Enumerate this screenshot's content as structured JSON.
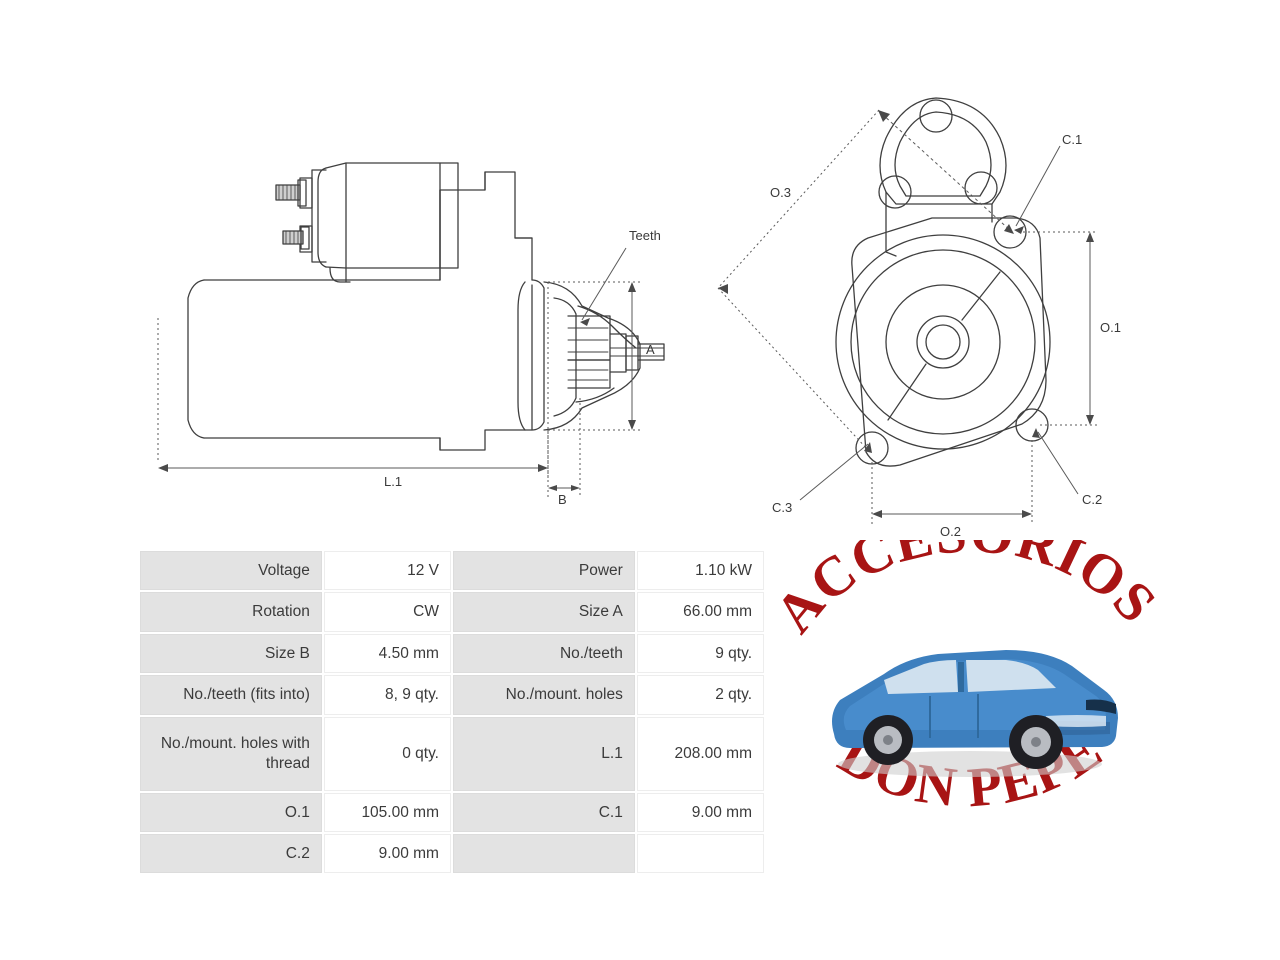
{
  "product": {
    "type": "starter-motor-datasheet",
    "drawings": {
      "side_view": {
        "name": "side-elevation",
        "labels": {
          "teeth": "Teeth",
          "size_a": "A",
          "length_l1": "L.1",
          "size_b": "B"
        }
      },
      "end_view": {
        "name": "drive-end-view",
        "labels": {
          "o3": "O.3",
          "o1": "O.1",
          "o2": "O.2",
          "c1": "C.1",
          "c2": "C.2",
          "c3": "C.3"
        }
      }
    }
  },
  "spec_table": {
    "rows": [
      {
        "label_left": "Voltage",
        "value_left": "12 V",
        "label_right": "Power",
        "value_right": "1.10 kW"
      },
      {
        "label_left": "Rotation",
        "value_left": "CW",
        "label_right": "Size A",
        "value_right": "66.00 mm"
      },
      {
        "label_left": "Size B",
        "value_left": "4.50 mm",
        "label_right": "No./teeth",
        "value_right": "9 qty."
      },
      {
        "label_left": "No./teeth (fits into)",
        "value_left": "8, 9 qty.",
        "label_right": "No./mount. holes",
        "value_right": "2 qty."
      },
      {
        "label_left": "No./mount. holes with thread",
        "value_left": "0 qty.",
        "label_right": "L.1",
        "value_right": "208.00 mm"
      },
      {
        "label_left": "O.1",
        "value_left": "105.00 mm",
        "label_right": "C.1",
        "value_right": "9.00 mm"
      },
      {
        "label_left": "C.2",
        "value_left": "9.00 mm",
        "label_right": "",
        "value_right": ""
      }
    ]
  },
  "logo": {
    "text_top": "ACCESORIOS",
    "text_bottom": "DON PEPE",
    "brand_color": "#a81414",
    "car_color": "#3d7fbe"
  },
  "colors": {
    "drawing_line": "#3f3f3f",
    "table_label_bg": "#e3e3e3",
    "table_value_bg": "#ffffff",
    "text": "#3b3b3b",
    "page_bg": "#ffffff"
  }
}
